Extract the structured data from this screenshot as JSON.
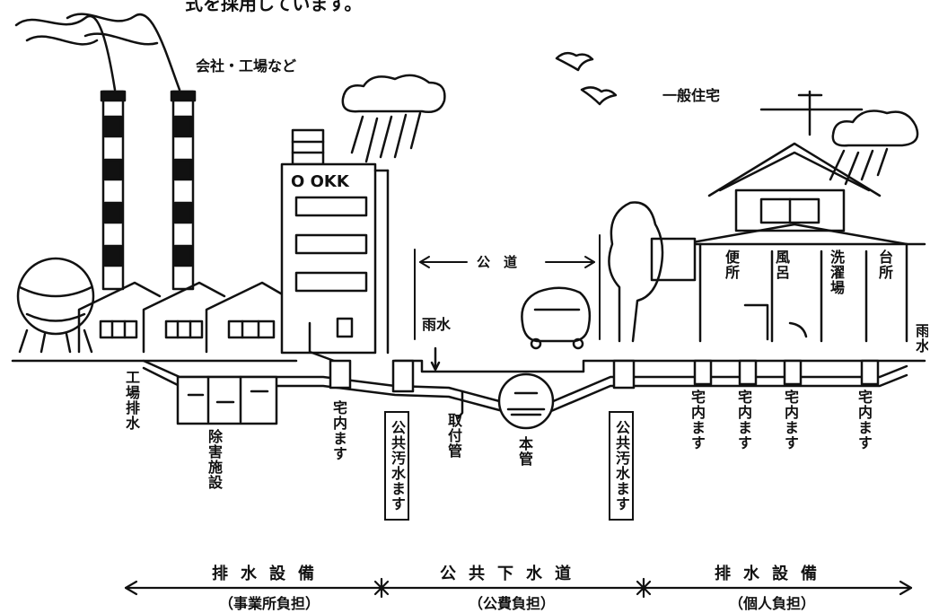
{
  "header": {
    "fragment": "式を採用しています。"
  },
  "labels": {
    "factory": "会社・工場など",
    "house": "一般住宅",
    "public_road": "公　道",
    "rain_left": "雨水",
    "rain_right": "雨水",
    "building_sign": "O OKK",
    "factory_drain": "工場排水",
    "treatment": "除害施設",
    "inner_box_left": "宅内ます",
    "public_box_left": "公共汚水ます",
    "lateral": "取付管",
    "main_pipe": "本管",
    "public_box_right": "公共汚水ます",
    "inner_box_1": "宅内ます",
    "inner_box_2": "宅内ます",
    "inner_box_3": "宅内ます",
    "inner_box_4": "宅内ます",
    "toilet": "便所",
    "bath": "風呂",
    "laundry": "洗濯場",
    "kitchen": "台所"
  },
  "sections": [
    {
      "title": "排水設備",
      "sub": "（事業所負担）"
    },
    {
      "title": "公共下水道",
      "sub": "（公費負担）"
    },
    {
      "title": "排水設備",
      "sub": "（個人負担）"
    }
  ]
}
